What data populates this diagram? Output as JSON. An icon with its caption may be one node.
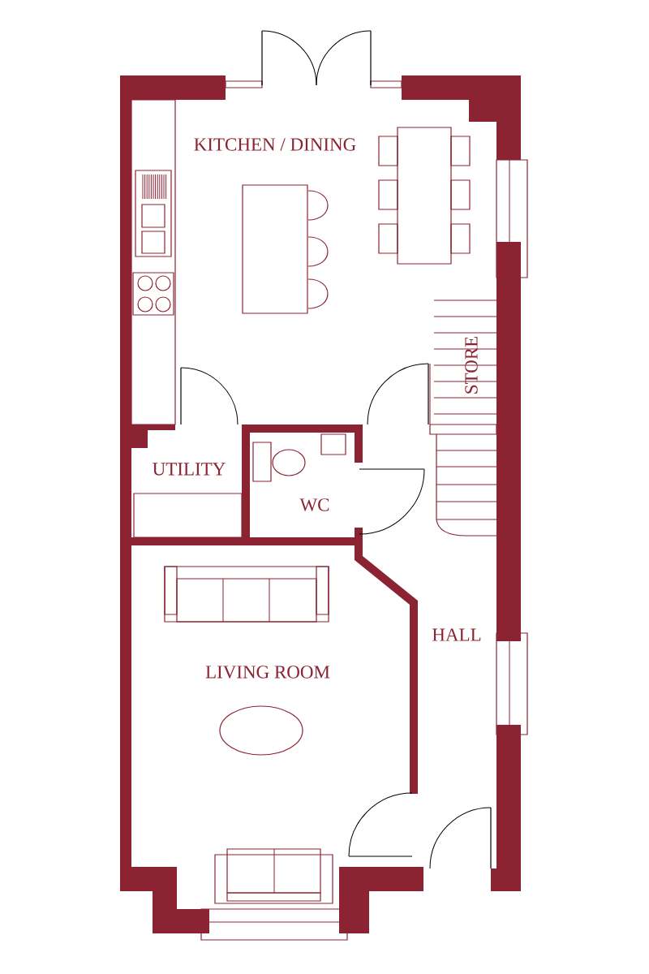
{
  "diagram": {
    "labels": [
      "KITCHEN / DINING",
      "STORE",
      "UTILITY",
      "WC",
      "HALL",
      "LIVING ROOM"
    ]
  }
}
